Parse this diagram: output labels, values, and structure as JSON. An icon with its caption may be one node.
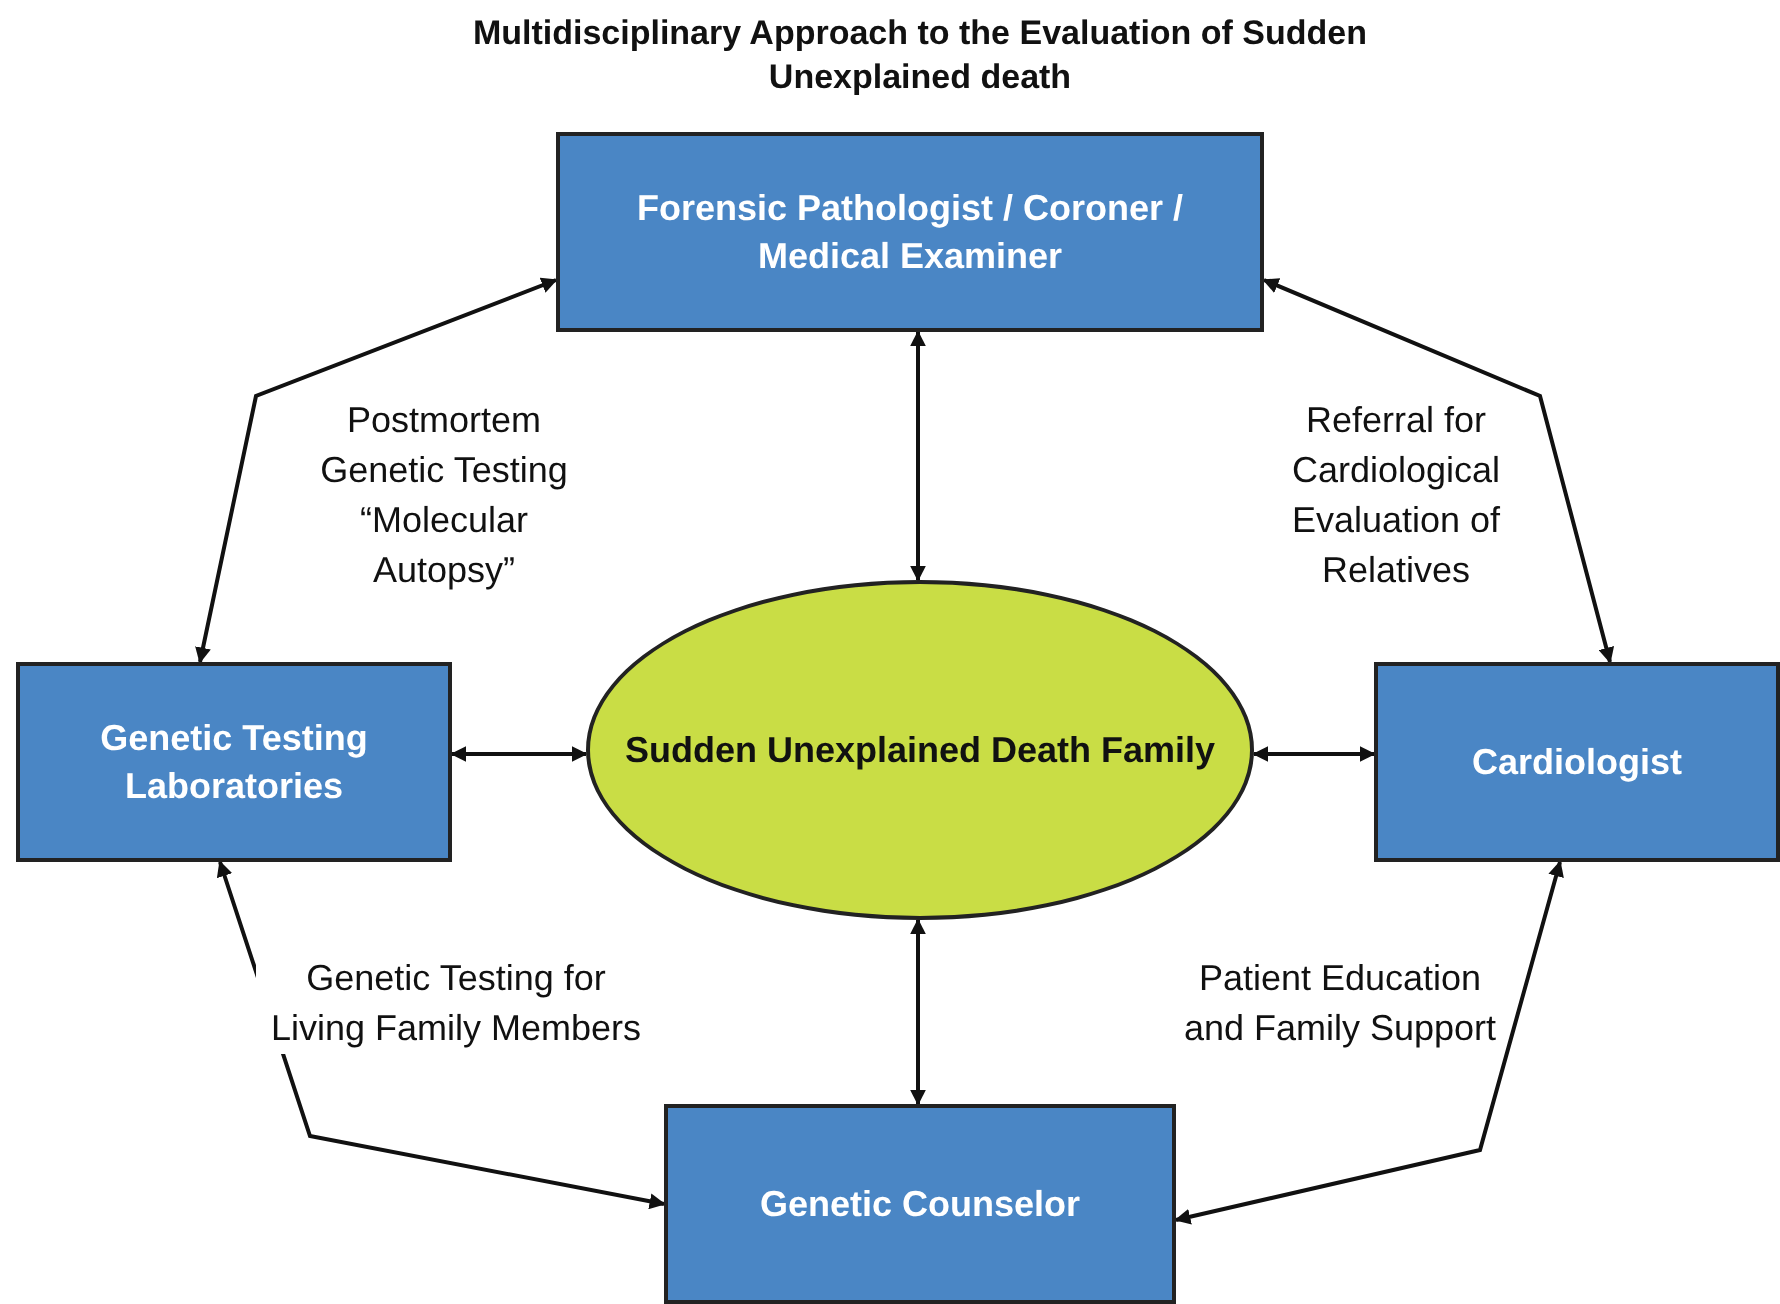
{
  "diagram": {
    "title": "Multidisciplinary Approach to the Evaluation of Sudden Unexplained death",
    "nodes": [
      {
        "text": [
          "Forensic Pathologist / Coroner / Medical Examiner"
        ]
      },
      {
        "text": [
          "Genetic Testing Laboratories"
        ]
      },
      {
        "text": [
          "Sudden Unexplained Death Family"
        ]
      },
      {
        "text": [
          "Cardiologist"
        ]
      },
      {
        "text": [
          "Genetic Counselor"
        ]
      }
    ],
    "edges": [
      {
        "from": 0,
        "to": 2,
        "arrow": "both"
      },
      {
        "from": 0,
        "to": 1,
        "arrow": "both",
        "label": "Postmortem Genetic Testing “Molecular Autopsy”"
      },
      {
        "from": 0,
        "to": 3,
        "arrow": "both",
        "label": "Referral for Cardiological Evaluation of Relatives"
      },
      {
        "from": 1,
        "to": 2,
        "arrow": "both"
      },
      {
        "from": 2,
        "to": 3,
        "arrow": "both"
      },
      {
        "from": 1,
        "to": 4,
        "arrow": "both",
        "label": "Genetic Testing for Living Family Members"
      },
      {
        "from": 3,
        "to": 4,
        "arrow": "both",
        "label": "Patient Education and Family Support"
      },
      {
        "from": 2,
        "to": 4,
        "arrow": "both"
      }
    ]
  }
}
